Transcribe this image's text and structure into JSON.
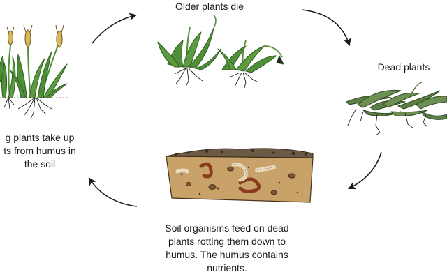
{
  "steps": {
    "older": {
      "label": "Older plants die"
    },
    "dead": {
      "label": "Dead plants"
    },
    "soil": {
      "lines": [
        "Soil organisms feed on dead",
        "plants rotting them down to",
        "humus. The humus contains",
        "nutrients."
      ]
    },
    "young": {
      "lines": [
        "g plants take up",
        "ts from humus in",
        "the soil"
      ]
    }
  },
  "colors": {
    "leaf": "#4f8f37",
    "leaf_dark": "#2f5d22",
    "dead_leaf": "#5c7d45",
    "soil": "#c9a26a",
    "worm": "#8a3d1e",
    "grub": "#e9dcc0",
    "arrow": "#1a1a1a"
  }
}
